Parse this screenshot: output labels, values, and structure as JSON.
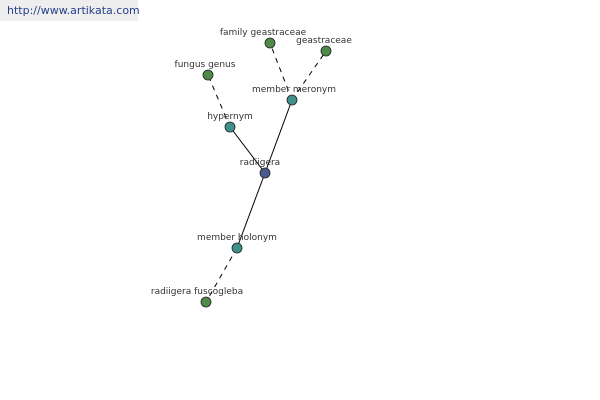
{
  "watermark": {
    "text": "http://www.artikata.com"
  },
  "colors": {
    "center_node": "#4a5a8e",
    "relation_node": "#3f8f8a",
    "leaf_node": "#4f8a4a",
    "edge": "#000000",
    "node_stroke": "#222222"
  },
  "nodes": [
    {
      "id": "radiigera",
      "label": "radiigera",
      "kind": "center"
    },
    {
      "id": "hypernym",
      "label": "hypernym",
      "kind": "relation"
    },
    {
      "id": "member-meronym",
      "label": "member meronym",
      "kind": "relation"
    },
    {
      "id": "member-holonym",
      "label": "member holonym",
      "kind": "relation"
    },
    {
      "id": "fungus-genus",
      "label": "fungus genus",
      "kind": "leaf"
    },
    {
      "id": "family-geastraceae",
      "label": "family geastraceae",
      "kind": "leaf"
    },
    {
      "id": "geastraceae",
      "label": "geastraceae",
      "kind": "leaf"
    },
    {
      "id": "radiigera-fuscogleba",
      "label": "radiigera fuscogleba",
      "kind": "leaf"
    }
  ],
  "edges": [
    {
      "from": "radiigera",
      "to": "hypernym",
      "style": "solid"
    },
    {
      "from": "radiigera",
      "to": "member-meronym",
      "style": "solid"
    },
    {
      "from": "radiigera",
      "to": "member-holonym",
      "style": "solid"
    },
    {
      "from": "hypernym",
      "to": "fungus-genus",
      "style": "dashed"
    },
    {
      "from": "member-meronym",
      "to": "family-geastraceae",
      "style": "dashed"
    },
    {
      "from": "member-meronym",
      "to": "geastraceae",
      "style": "dashed"
    },
    {
      "from": "member-holonym",
      "to": "radiigera-fuscogleba",
      "style": "dashed"
    }
  ]
}
